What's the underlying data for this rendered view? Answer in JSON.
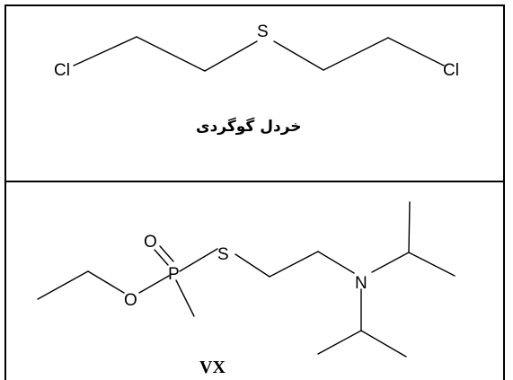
{
  "mustard": {
    "atoms": {
      "cl_left": "Cl",
      "s": "S",
      "cl_right": "Cl"
    },
    "caption": "خردل گوگردی"
  },
  "vx": {
    "atoms": {
      "o_double": "O",
      "p": "P",
      "s": "S",
      "n": "N",
      "o_ester": "O"
    },
    "caption": "VX"
  }
}
